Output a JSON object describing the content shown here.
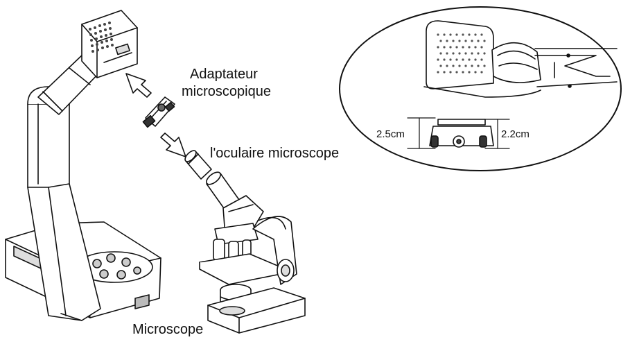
{
  "labels": {
    "adapter_line1": "Adaptateur",
    "adapter_line2": "microscopique",
    "eyepiece": "l'oculaire microscope",
    "microscope": "Microscope"
  },
  "inset": {
    "dim_left": "2.5cm",
    "dim_right": "2.2cm"
  },
  "colors": {
    "line": "#111111",
    "fill": "#ffffff",
    "shade": "#cfcfcf"
  }
}
